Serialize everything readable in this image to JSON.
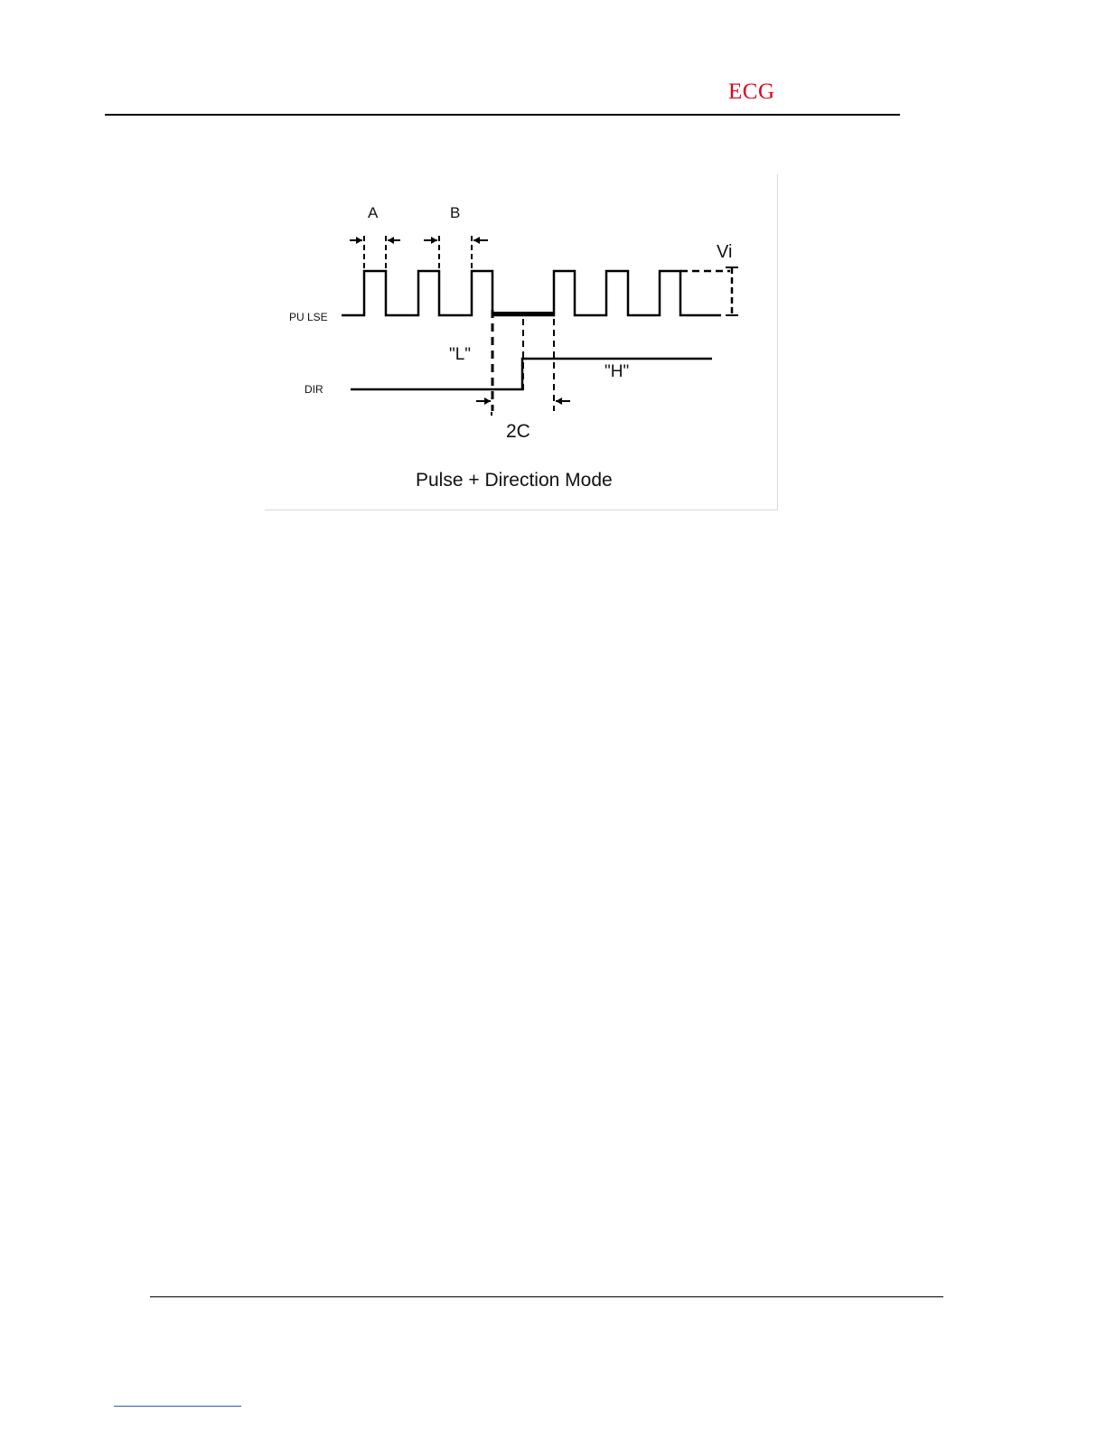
{
  "header": {
    "title": "ECG"
  },
  "figure": {
    "label_a": "A",
    "label_b": "B",
    "label_vi": "Vi",
    "signal_pulse": "PU LSE",
    "signal_dir": "DIR",
    "level_low": "\"L\"",
    "level_high": "\"H\"",
    "label_2c": "2C",
    "caption": "Pulse + Direction Mode"
  }
}
